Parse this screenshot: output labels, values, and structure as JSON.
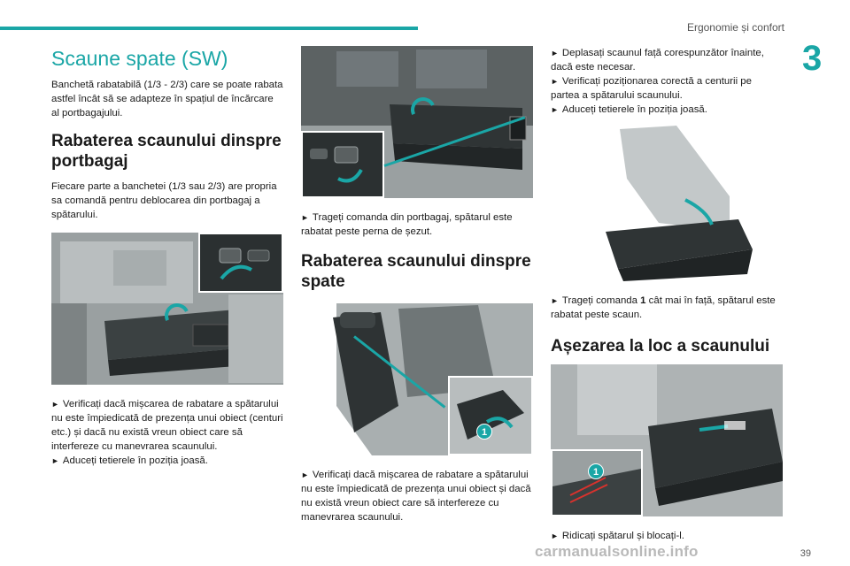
{
  "header": {
    "running_title": "Ergonomie și confort",
    "chapter_number": "3",
    "page_number": "39"
  },
  "watermark": "carmanualsonline.info",
  "column1": {
    "section_title": "Scaune spate (SW)",
    "intro": "Banchetă rabatabilă (1/3 - 2/3) care se poate rabata astfel încât să se adapteze în spațiul de încărcare al portbagajului.",
    "heading": "Rabaterea scaunului dinspre portbagaj",
    "description": "Fiecare parte a banchetei (1/3 sau 2/3) are propria sa comandă pentru deblocarea din portbagaj a spătarului.",
    "step1": "Verificați dacă mișcarea de rabatare a spătarului nu este împiedicată de prezența unui obiect (centuri etc.) și dacă nu există vreun obiect care să interfereze cu manevrarea scaunului.",
    "step2": "Aduceți tetierele în poziția joasă."
  },
  "column2": {
    "step_trunk": "Trageți comanda din portbagaj, spătarul este rabatat peste perna de șezut.",
    "heading": "Rabaterea scaunului dinspre spate",
    "callout": "1",
    "step_check": "Verificați dacă mișcarea de rabatare a spătarului nu este împiedicată de prezența unui obiect și dacă nu există vreun obiect care să interfereze cu manevrarea scaunului."
  },
  "column3": {
    "step_front_seat": "Deplasați scaunul față corespunzător înainte, dacă este necesar.",
    "step_belt": "Verificați poziționarea corectă a centurii pe partea a spătarului scaunului.",
    "step_headrest": "Aduceți tetierele în poziția joasă.",
    "step_pull_prefix": "Trageți comanda",
    "step_pull_bold": "1",
    "step_pull_suffix": "cât mai în față, spătarul este rabatat peste scaun.",
    "heading": "Așezarea la loc a scaunului",
    "callout": "1",
    "step_raise": "Ridicați spătarul și blocați-l."
  },
  "bullet_symbol": "►",
  "colors": {
    "accent": "#1aa6a6",
    "text": "#1a1a1a"
  }
}
